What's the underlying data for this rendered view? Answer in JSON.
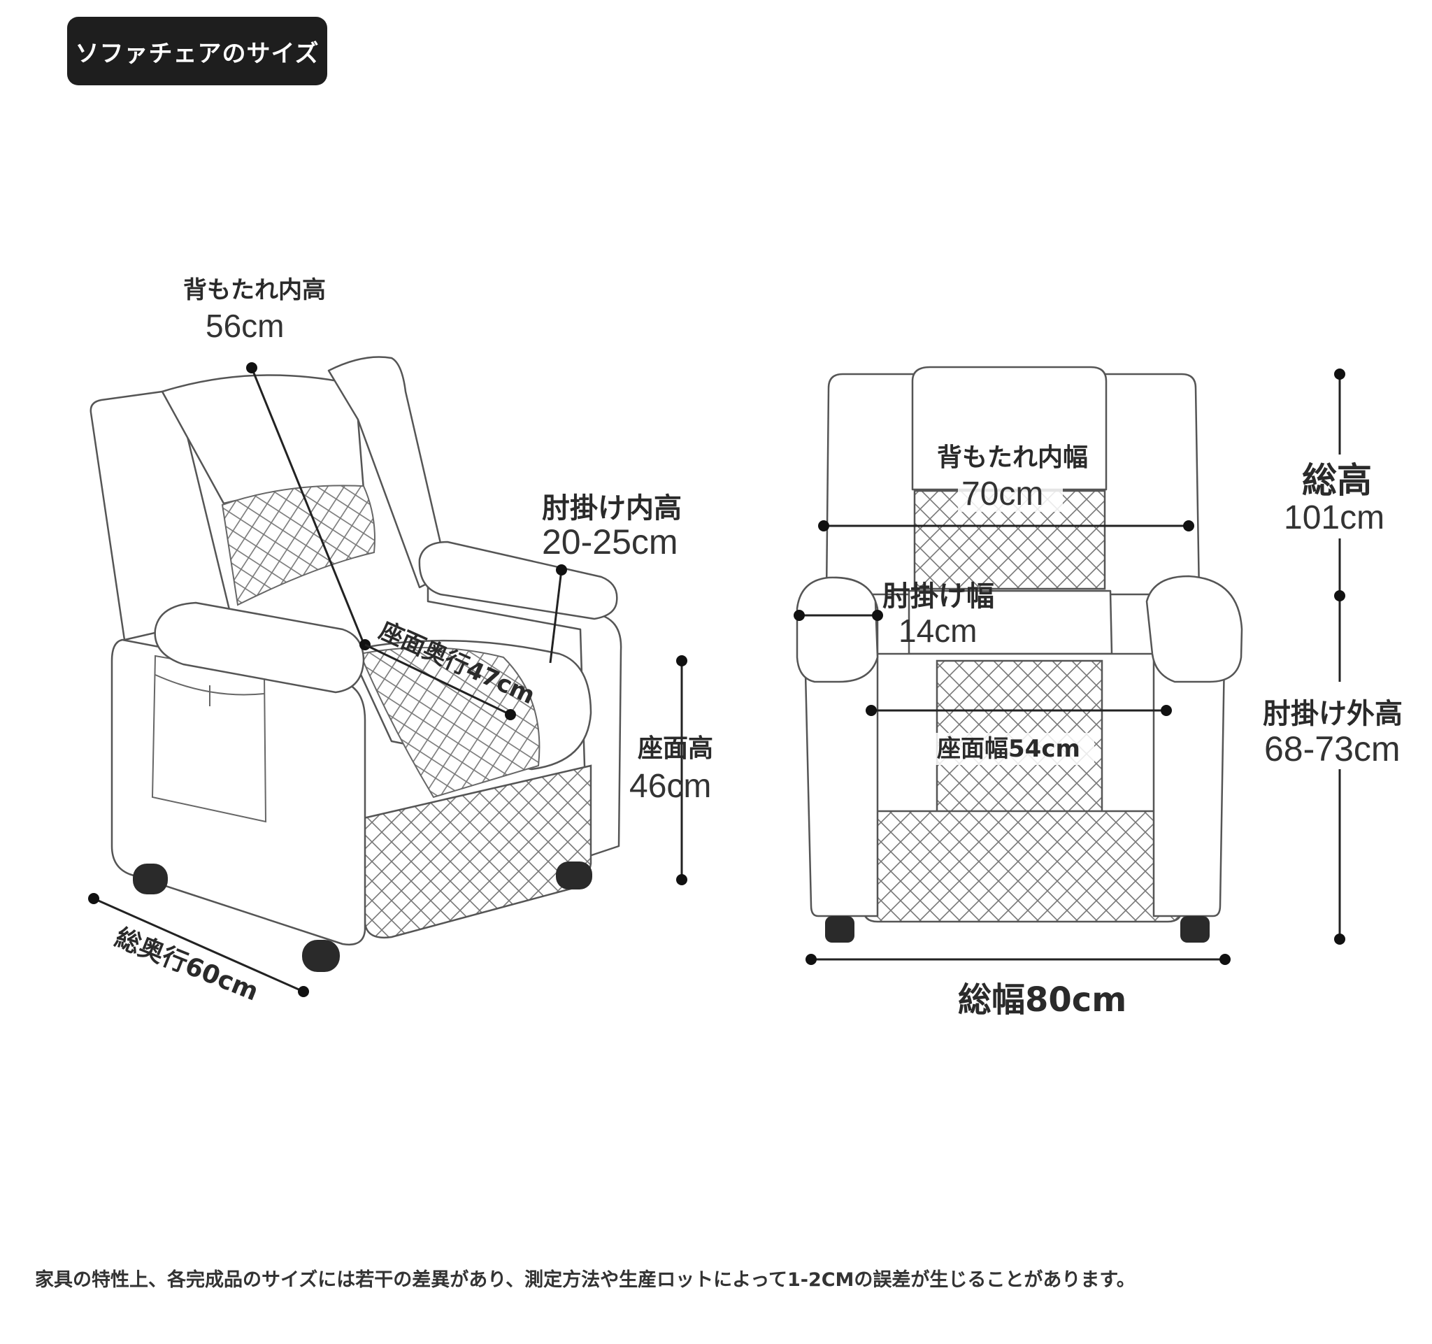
{
  "header": {
    "title": "ソファチェアのサイズ"
  },
  "left_view": {
    "back_inner_height": {
      "label": "背もたれ内高",
      "value": "56cm"
    },
    "armrest_inner_height": {
      "label": "肘掛け内高",
      "value": "20-25cm"
    },
    "seat_depth": {
      "label": "座面奥行47cm"
    },
    "seat_height": {
      "label": "座面高",
      "value": "46cm"
    },
    "total_depth": {
      "label": "総奥行60cm"
    }
  },
  "front_view": {
    "back_inner_width": {
      "label": "背もたれ内幅",
      "value": "70cm"
    },
    "armrest_width": {
      "label": "肘掛け幅",
      "value": "14cm"
    },
    "seat_width": {
      "label": "座面幅54cm"
    },
    "total_width": {
      "label": "総幅80cm"
    },
    "total_height": {
      "label": "総高",
      "value": "101cm"
    },
    "armrest_outer_height": {
      "label": "肘掛け外高",
      "value": "68-73cm"
    }
  },
  "footnote": "家具の特性上、各完成品のサイズには若干の差異があり、測定方法や生産ロットによって1-2CMの誤差が生じることがあります。"
}
